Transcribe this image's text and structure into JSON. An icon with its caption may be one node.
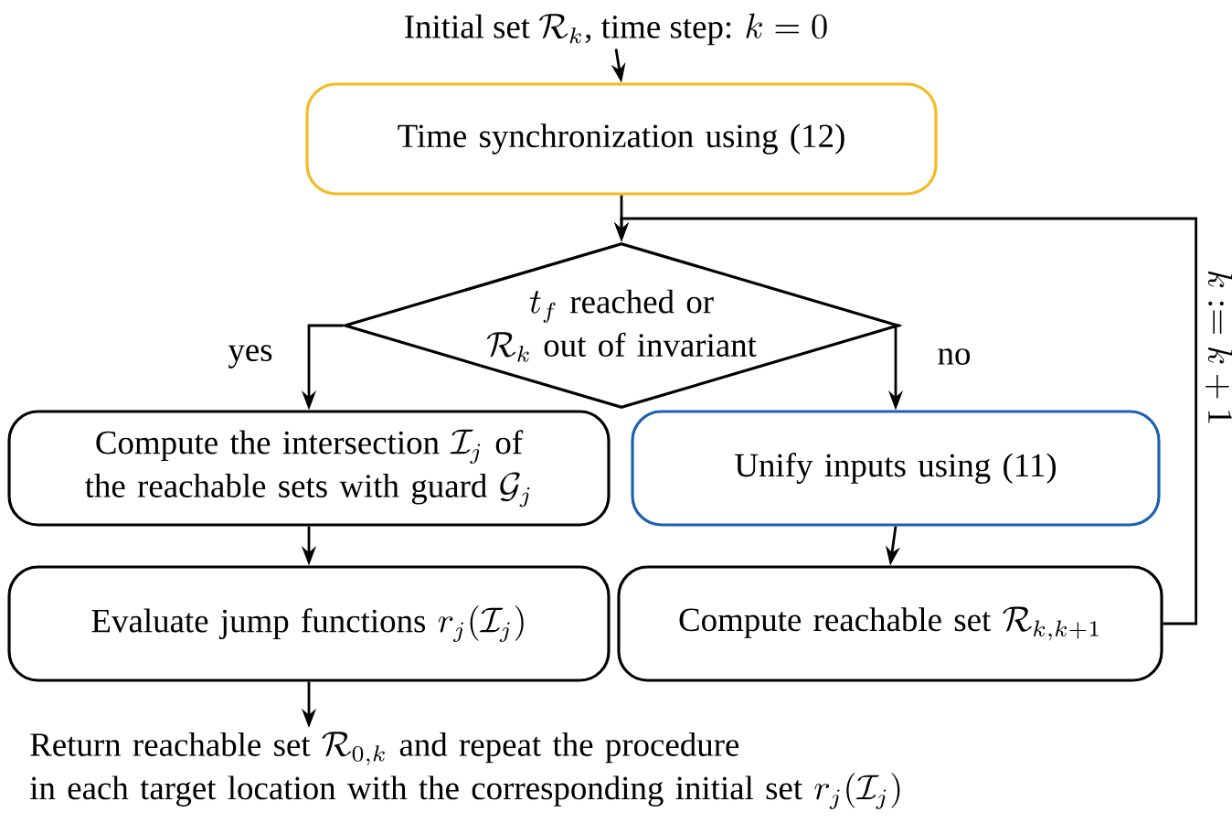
{
  "diagram": {
    "nodes": [
      {
        "text": [
          "\\text{Initial set }\\mathcal{R}_k\\text{, time step: }k=0"
        ]
      },
      {
        "text": [
          "Time synchronization using (12)"
        ]
      },
      {
        "text": [
          "t_f\\text{ reached or}\\allowbreak\\ \\mathcal{R}_k\\text{ out of invariant}"
        ]
      },
      {
        "text": [
          "\\text{Compute the intersection }\\mathcal{I}_j\\text{ of}\\allowbreak\\ \\text{the reachable sets with guard }\\mathcal{G}_j"
        ]
      },
      {
        "text": [
          "Unify inputs using (11)"
        ]
      },
      {
        "text": [
          "\\text{Evaluate jump functions }r_j(\\mathcal{I}_j)"
        ]
      },
      {
        "text": [
          "\\text{Compute reachable set }\\mathcal{R}_{k,k+1}"
        ]
      },
      {
        "text": [
          "\\text{Return reachable set }\\mathcal{R}_{0,k}\\text{ and repeat the procedure}\\allowbreak\\ \\text{in each target location with the corresponding initial set }r_j(\\mathcal{I}_j)"
        ]
      }
    ],
    "edges": [
      {
        "from": 0,
        "to": 1,
        "arrow": "to"
      },
      {
        "from": 1,
        "to": 2,
        "arrow": "to"
      },
      {
        "from": 2,
        "to": 3,
        "arrow": "to",
        "label": "yes"
      },
      {
        "from": 2,
        "to": 4,
        "arrow": "to",
        "label": "no"
      },
      {
        "from": 3,
        "to": 5,
        "arrow": "to"
      },
      {
        "from": 4,
        "to": 6,
        "arrow": "to"
      },
      {
        "from": 5,
        "to": 7,
        "arrow": "to"
      },
      {
        "from": 6,
        "to": 2,
        "arrow": "to",
        "label": "k := k+1"
      }
    ]
  }
}
